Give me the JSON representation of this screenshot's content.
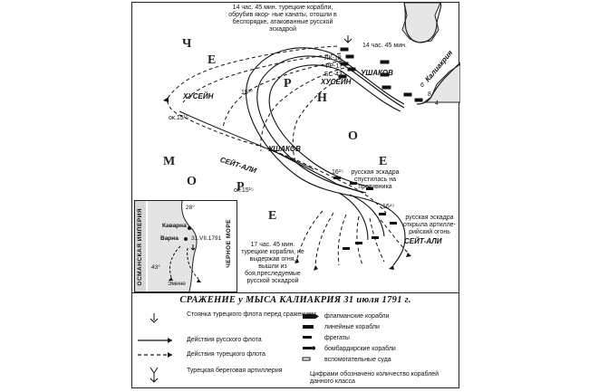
{
  "title": "СРАЖЕНИЕ у МЫСА КАЛИАКРИЯ 31 июля 1791 г.",
  "sea": {
    "letters_chernoe": [
      "Ч",
      "Е",
      "Р",
      "Н",
      "О",
      "Е"
    ],
    "letters_more": [
      "М",
      "О",
      "Р",
      "Е"
    ]
  },
  "labels": {
    "note_top": "14 час. 45 мин. турецкие корабли, обрубив якор- ные канаты, отошли в беспорядке, атакованные русской эскадрой",
    "time_1445": "14 час. 45 мин.",
    "kaliakria": "Калиакрия",
    "ushakov_top": "УШАКОВ",
    "ushakov_mid": "УШАКОВ",
    "husein_top": "ХУСЕЙН",
    "husein_left": "ХУСЕЙН",
    "seit_ali_left": "СЕЙТ-АЛИ",
    "seit_ali_right": "СЕЙТ-АЛИ",
    "lk": "ЛК-18",
    "fr": "ФР-17",
    "bs": "БС-43",
    "t_1530": "15³⁰",
    "t_1515a": "ок.15¹⁵",
    "t_1515b": "ок.15¹⁵",
    "t_1615": "16¹⁵",
    "t_1645": "16⁴⁵",
    "russ_descended": "русская эскадра спустилась на противника",
    "russ_opened": "русская эскадра открыла артилле- рийский огонь",
    "note_1745": "17 час. 45 мин. турецкие корабли, не выдержав огня, вышли из боя,преследуемые русской эскадрой",
    "n6": "6",
    "n8": "8",
    "n4": "4"
  },
  "inset": {
    "osman_empire": "ОСМАНСКАЯ ИМПЕРИЯ",
    "black_sea": "ЧЕРНОЕ МОРЕ",
    "lon": "28°",
    "kavarna": "Каварна",
    "varna": "Варна",
    "date": "31.VII.1791",
    "lat": "43°",
    "emine": "Эмине"
  },
  "legend": {
    "left": [
      "Стоянка турецкого флота перед сражением",
      "Действия русского флота",
      "Действия турецкого флота",
      "Турецкая береговая артиллерия"
    ],
    "right": [
      "флагманские корабли",
      "линейные корабли",
      "фрегаты",
      "бомбардирские корабли",
      "вспомогательные суда"
    ],
    "note": "Цифрами обозначено количество кораблей данного класса"
  }
}
